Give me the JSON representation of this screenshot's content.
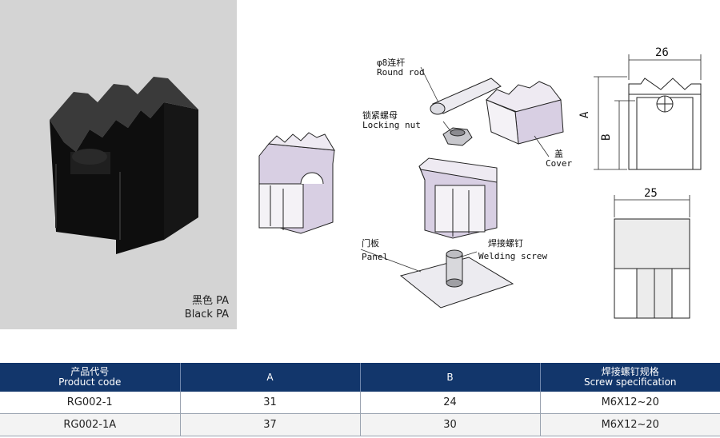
{
  "photo": {
    "caption_cn": "黑色 PA",
    "caption_en": "Black  PA"
  },
  "drawing": {
    "labels": {
      "round_rod_cn": "φ8连杆",
      "round_rod_en": "Round rod",
      "locking_nut_cn": "锁紧螺母",
      "locking_nut_en": "Locking nut",
      "cover_cn": "盖",
      "cover_en": "Cover",
      "panel_cn": "门板",
      "panel_en": "Panel",
      "welding_screw_cn": "焊接螺钉",
      "welding_screw_en": "Welding screw"
    },
    "dims": {
      "width_top": "26",
      "dim_a": "A",
      "dim_b": "B",
      "width_bottom": "25"
    }
  },
  "table": {
    "headers": [
      {
        "cn": "产品代号",
        "en": "Product code"
      },
      {
        "cn": "",
        "en": "A"
      },
      {
        "cn": "",
        "en": "B"
      },
      {
        "cn": "焊接螺钉规格",
        "en": "Screw specification"
      }
    ],
    "rows": [
      [
        "RG002-1",
        "31",
        "24",
        "M6X12~20"
      ],
      [
        "RG002-1A",
        "37",
        "30",
        "M6X12~20"
      ]
    ]
  },
  "colors": {
    "header_bg": "#12366b",
    "photo_bg": "#d4d4d4",
    "part_fill": "#d8cfe3"
  }
}
